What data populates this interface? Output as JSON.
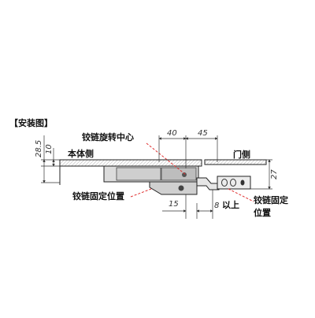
{
  "title": "【安装图】",
  "labels": {
    "pivot_center": "铰链旋转中心",
    "body_side": "本体侧",
    "door_side": "门侧",
    "hinge_fix_body": "铰链固定位置",
    "hinge_fix_door_line1": "铰链固定",
    "hinge_fix_door_line2": "位置"
  },
  "dimensions": {
    "d40": "40",
    "d45": "45",
    "d28_5": "28.5",
    "d10": "10",
    "d27": "27",
    "d15": "15",
    "d8": "8",
    "d8_suffix": "以上"
  },
  "colors": {
    "line": "#222222",
    "leader": "#e03030",
    "fill": "#d4d4d4",
    "part": "#8a8a8a"
  }
}
